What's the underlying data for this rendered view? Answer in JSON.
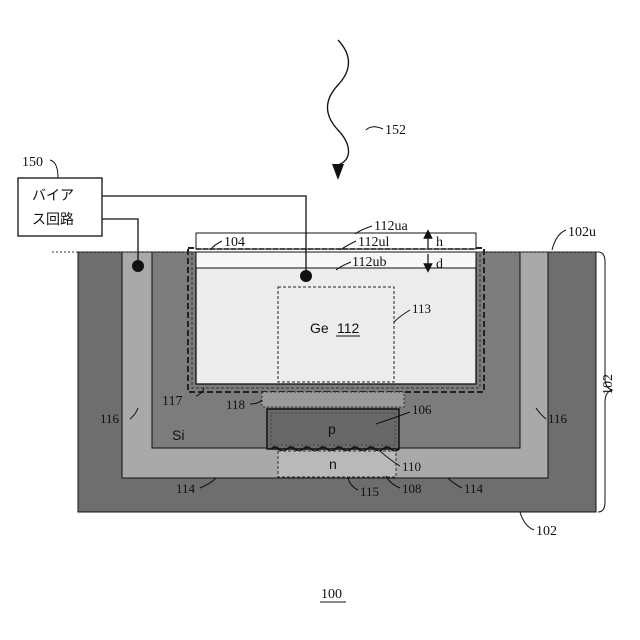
{
  "labels": {
    "circuit_ref": "150",
    "circuit_line1": "バイア",
    "circuit_line2": "ス回路",
    "light_ref": "152",
    "surface_ref": "102u",
    "substrate_ref": "102",
    "substrate_ref_bottom": "102",
    "layer_104": "104",
    "upper_a": "112ua",
    "upper_l": "112ul",
    "upper_b": "112ub",
    "dim_h": "h",
    "dim_d": "d",
    "ge_text": "Ge",
    "ge_ref": "112",
    "region_113": "113",
    "ring_117": "117",
    "region_118": "118",
    "region_106": "106",
    "p_label": "p",
    "n_label": "n",
    "si_label": "Si",
    "ring_116_left": "116",
    "ring_116_right": "116",
    "ring_114_left": "114",
    "ring_114_right": "114",
    "region_115": "115",
    "region_108": "108",
    "junction_110": "110",
    "figure_ref": "100"
  },
  "colors": {
    "substrate": "#6e6e6e",
    "ring_116": "#a7a7a7",
    "ring_114": "#5c5c5c",
    "well_si": "#7d7d7d",
    "germanium": "#ececec",
    "p_region": "#6a6a6a",
    "n_region": "#9a9a9a",
    "line": "#111111"
  }
}
